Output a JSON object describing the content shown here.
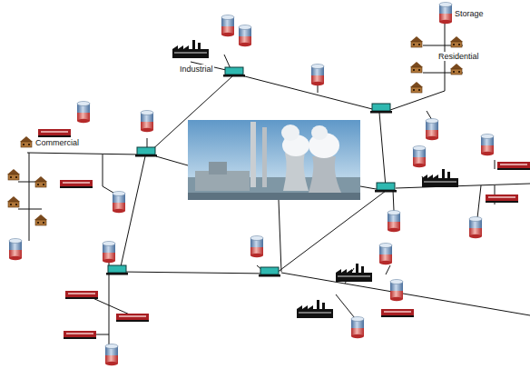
{
  "diagram": {
    "labels": [
      "Storage",
      "Residential",
      "Industrial",
      "Commercial"
    ]
  }
}
